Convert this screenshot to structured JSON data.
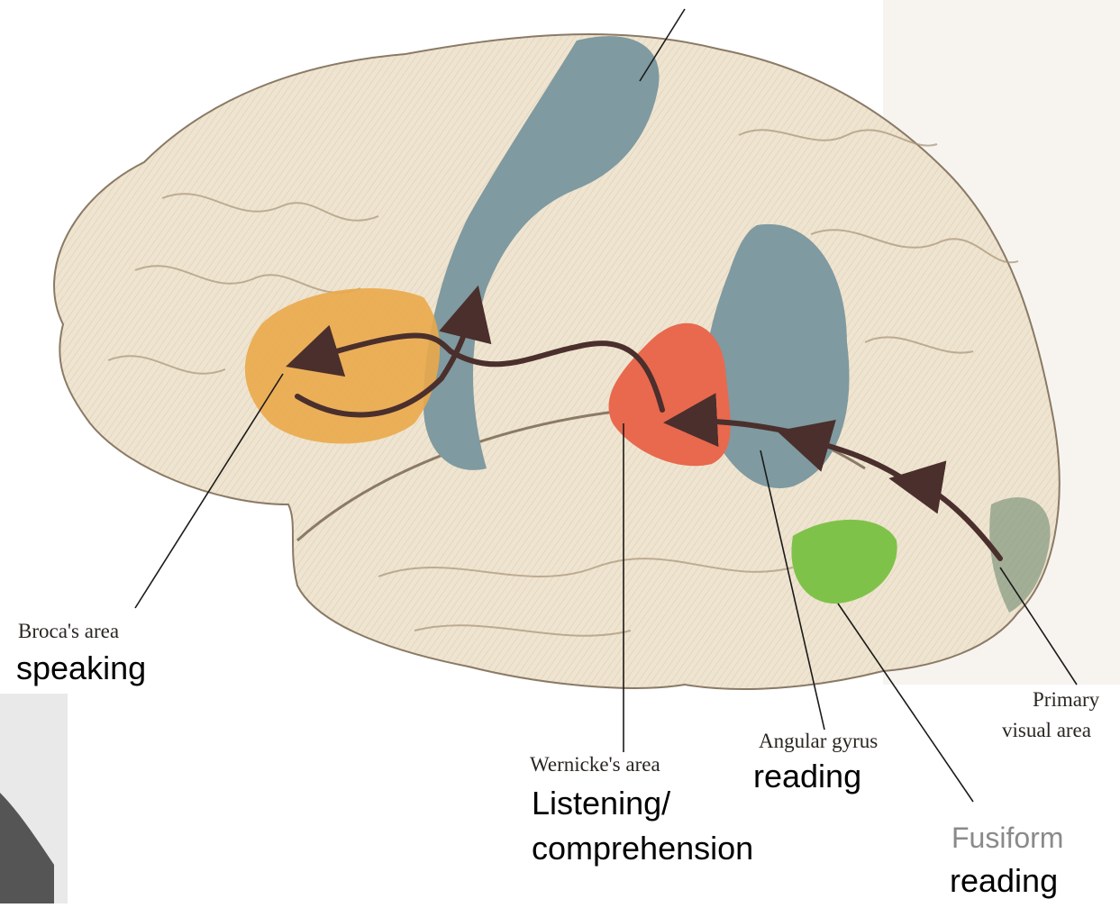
{
  "labels": {
    "broca_name": "Broca's area",
    "broca_function": "speaking",
    "wernicke_name": "Wernicke's area",
    "wernicke_function_line1": "Listening/",
    "wernicke_function_line2": "comprehension",
    "angular_name": "Angular gyrus",
    "angular_function": "reading",
    "visual_name_line1": "Primary",
    "visual_name_line2": "visual area",
    "fusiform_name": "Fusiform",
    "fusiform_function": "reading"
  },
  "colors": {
    "brain_base": "#efe4cf",
    "motor_region": "#7f9aa0",
    "broca_region": "#eaa84a",
    "wernicke_region": "#e8694e",
    "angular_region": "#7f9aa0",
    "fusiform_region": "#7fc24a",
    "pathway_arrow": "#4a2f2c"
  }
}
